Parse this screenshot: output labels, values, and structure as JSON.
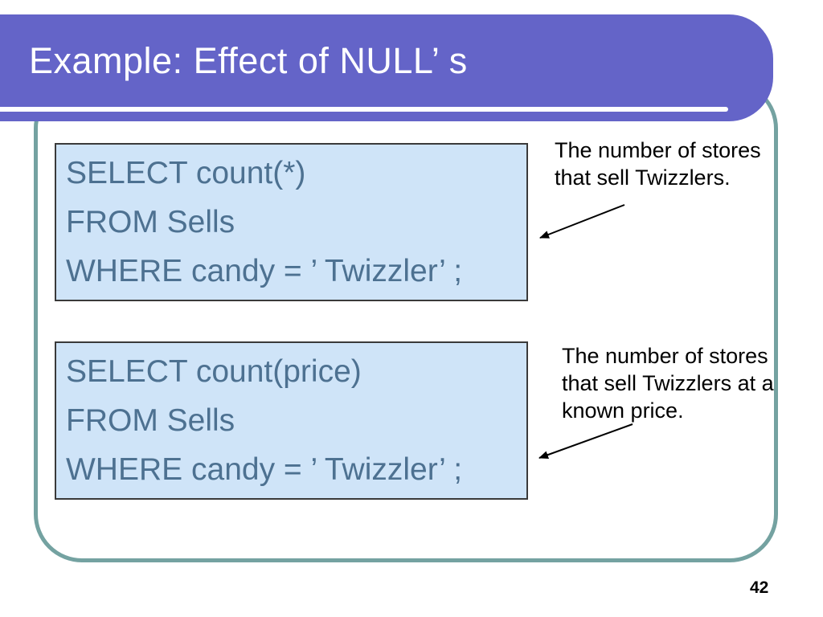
{
  "slide": {
    "title": "Example: Effect of NULL’ s",
    "page_number": "42",
    "code_blocks": [
      {
        "lines": [
          "SELECT count(*)",
          "FROM Sells",
          "WHERE candy = ’ Twizzler’ ;"
        ]
      },
      {
        "lines": [
          "SELECT count(price)",
          "FROM Sells",
          "WHERE candy = ’ Twizzler’ ;"
        ]
      }
    ],
    "annotations": [
      {
        "lines": [
          "The number of stores",
          "that sell Twizzlers."
        ]
      },
      {
        "lines": [
          "The number of stores",
          "that sell Twizzlers at a",
          "known price."
        ]
      }
    ],
    "colors": {
      "banner": "#6464c8",
      "banner_text": "#ffffff",
      "frame_border": "#74a2a1",
      "code_box_bg": "#cfe4f8",
      "code_box_border": "#3a3a3a",
      "code_text": "#4d7191",
      "annotation_text": "#000000"
    }
  }
}
